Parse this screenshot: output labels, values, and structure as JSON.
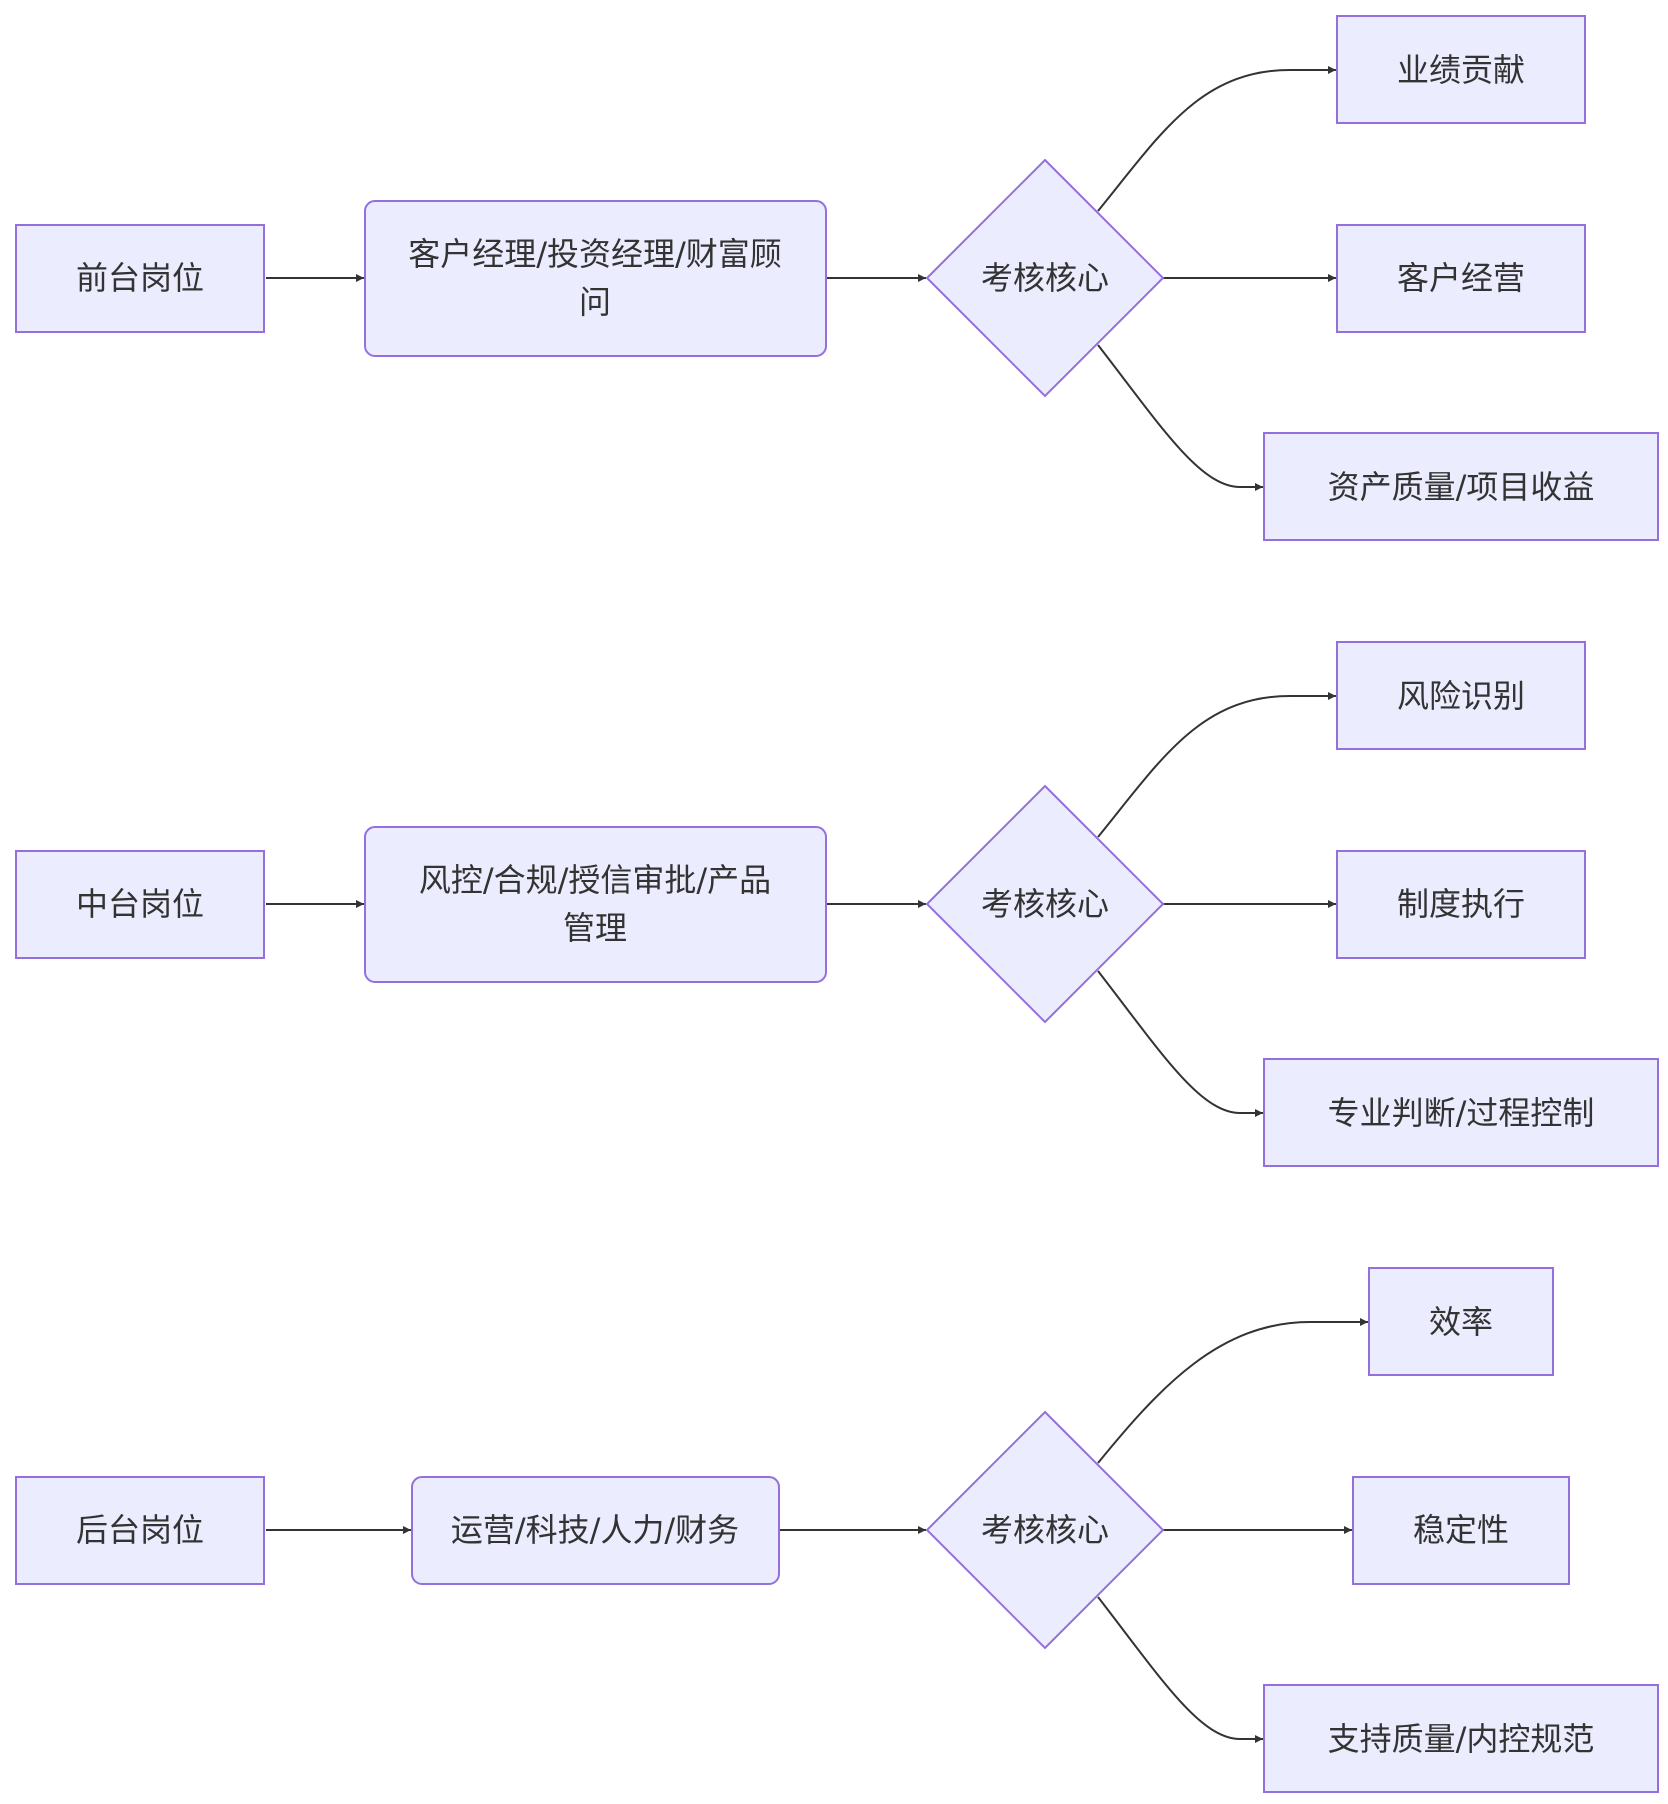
{
  "groups": [
    {
      "role": "前台岗位",
      "positions": [
        "客户经理/投资经理/财富顾",
        "问"
      ],
      "decision": "考核核心",
      "outcomes": [
        "业绩贡献",
        "客户经营",
        "资产质量/项目收益"
      ]
    },
    {
      "role": "中台岗位",
      "positions": [
        "风控/合规/授信审批/产品",
        "管理"
      ],
      "decision": "考核核心",
      "outcomes": [
        "风险识别",
        "制度执行",
        "专业判断/过程控制"
      ]
    },
    {
      "role": "后台岗位",
      "positions": [
        "运营/科技/人力/财务"
      ],
      "decision": "考核核心",
      "outcomes": [
        "效率",
        "稳定性",
        "支持质量/内控规范"
      ]
    }
  ]
}
